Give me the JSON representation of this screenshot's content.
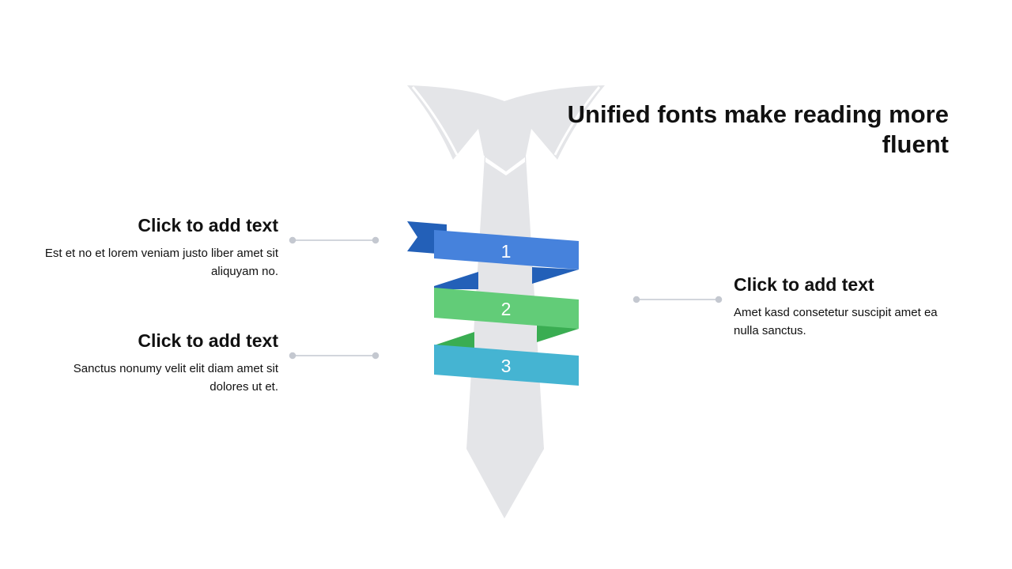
{
  "title": "Unified fonts make reading more fluent",
  "items": [
    {
      "number": "1",
      "heading": "Click to add text",
      "body": "Est et no et lorem veniam justo liber amet sit aliquyam no.",
      "color": "#4682dc"
    },
    {
      "number": "2",
      "heading": "Click to add text",
      "body": "Amet kasd consetetur suscipit amet ea nulla sanctus.",
      "color": "#62cc78"
    },
    {
      "number": "3",
      "heading": "Click to add text",
      "body": "Sanctus nonumy velit elit diam amet sit dolores ut et.",
      "color": "#45b4d2"
    }
  ]
}
